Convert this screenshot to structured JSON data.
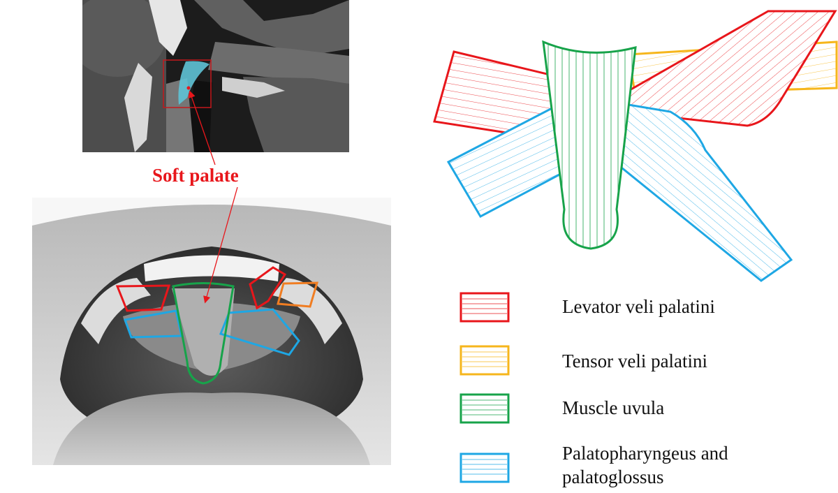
{
  "annotation": {
    "label": "Soft palate",
    "color": "#e8161b"
  },
  "legend": [
    {
      "label": "Levator veli palatini",
      "color": "#e8161b"
    },
    {
      "label": "Tensor veli palatini",
      "color": "#f6b61c"
    },
    {
      "label": "Muscle uvula",
      "color": "#17a34a"
    },
    {
      "label": "Palatopharyngeus and\npalatoglossus",
      "color": "#1ea7e4"
    }
  ],
  "overlay_colors": {
    "orange": "#f07d22",
    "ct_highlight": "#5fc3d6"
  }
}
